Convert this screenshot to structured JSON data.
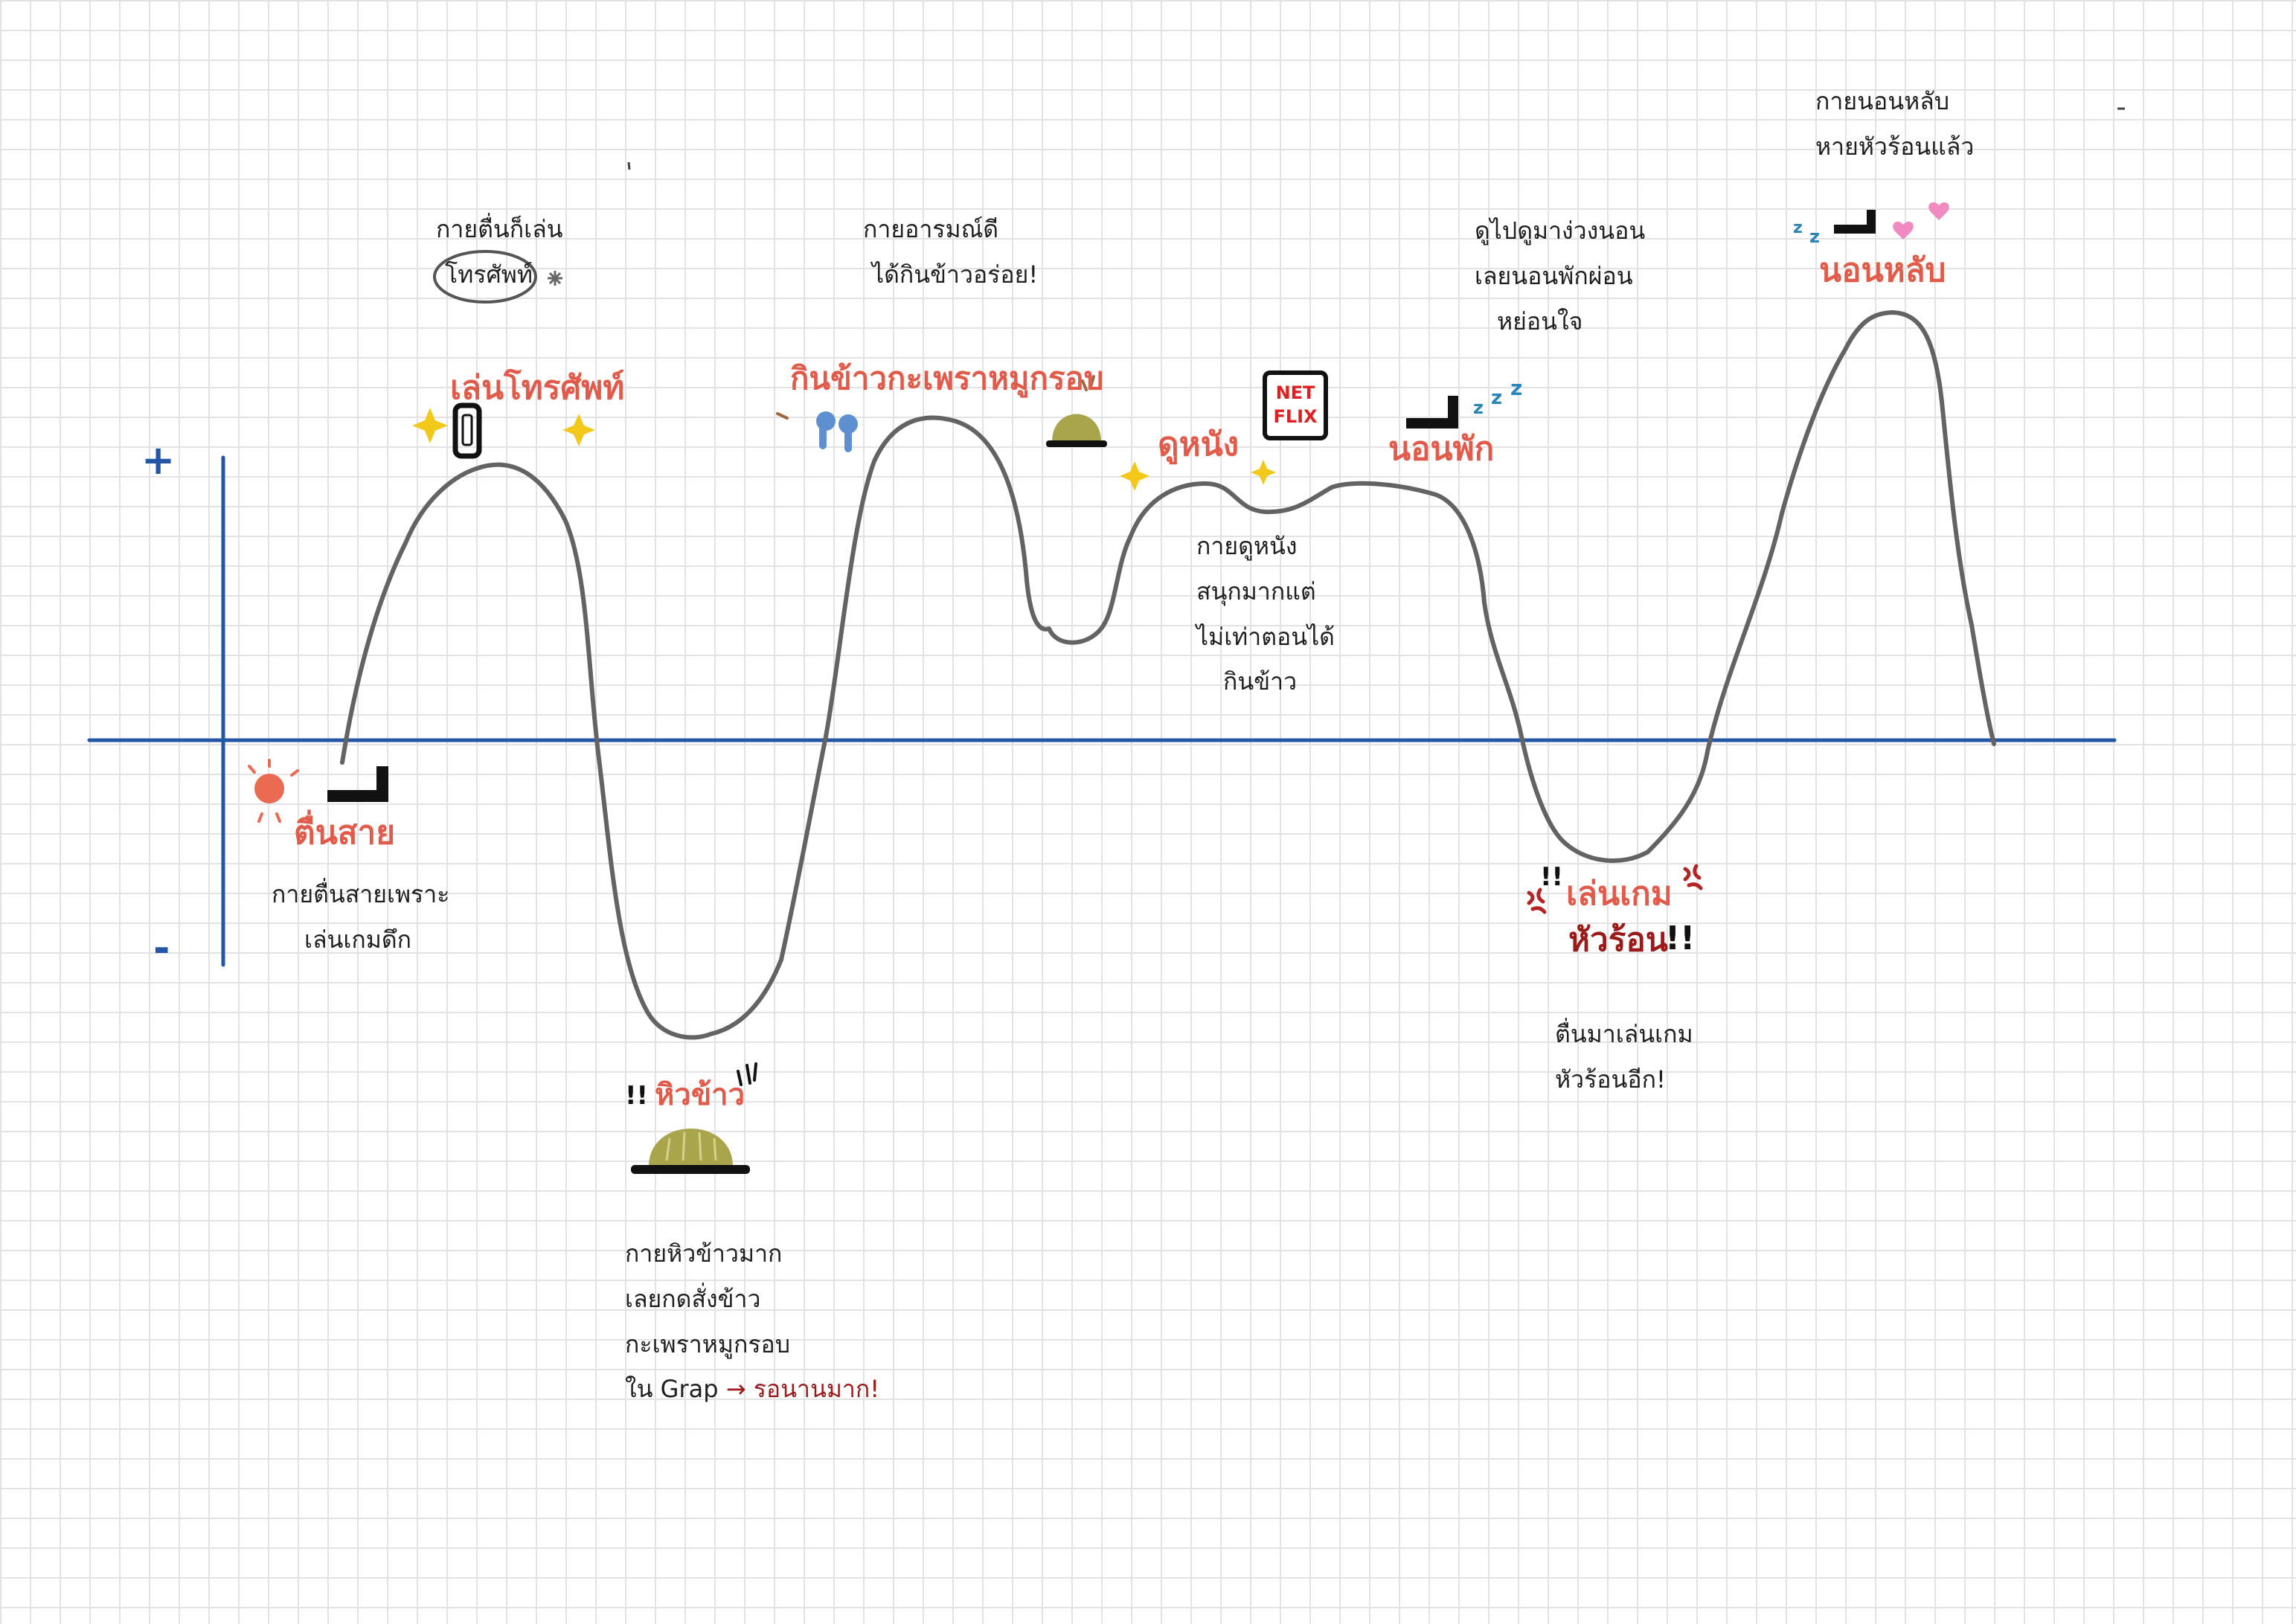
{
  "axis": {
    "plus": "+",
    "minus": "-"
  },
  "curve": {
    "line_color": "#636363",
    "axis_color": "#2456a6",
    "label_color": "#e25b4a",
    "alert_color": "#9b1b1b"
  },
  "events": [
    {
      "id": "wake",
      "label": "ตื่นสาย",
      "note": [
        "กายตื่นสายเพราะ",
        "เล่นเกมดึก"
      ],
      "icon": "sun-icon",
      "level": "neutral"
    },
    {
      "id": "phone",
      "label": "เล่นโทรศัพท์",
      "note": [
        "กายตื่นก็เล่น",
        "โทรศัพท์"
      ],
      "icon": "phone-icon",
      "level": "high"
    },
    {
      "id": "hungry",
      "label": "หิวข้าว",
      "note": [
        "กายหิวข้าวมาก",
        "เลยกดสั่งข้าว",
        "กะเพราหมูกรอบ",
        "ใน Grap"
      ],
      "note_extra": "→ รอนานมาก!",
      "icon": "rice-bowl-icon",
      "level": "low",
      "prefix": "!!"
    },
    {
      "id": "eat",
      "label": "กินข้าวกะเพราหมูกรอบ",
      "note": [
        "กายอารมณ์ดี",
        "ได้กินข้าวอร่อย!"
      ],
      "icon": "earbuds-icon",
      "level": "high"
    },
    {
      "id": "movie",
      "label": "ดูหนัง",
      "note": [
        "กายดูหนัง",
        "สนุกมากแต่",
        "ไม่เท่าตอนได้",
        "กินข้าว"
      ],
      "icon": "tv-icon",
      "badge": [
        "NET",
        "FLIX"
      ],
      "level": "mid"
    },
    {
      "id": "rest",
      "label": "นอนพัก",
      "note": [
        "ดูไปดูมาง่วงนอน",
        "เลยนอนพักผ่อน",
        "หย่อนใจ"
      ],
      "icon": "bed-icon",
      "level": "mid"
    },
    {
      "id": "game",
      "label": "เล่นเกม",
      "label2": "หัวร้อน",
      "note": [
        "ตื่นมาเล่นเกม",
        "หัวร้อนอีก!"
      ],
      "icon": "anger-icon",
      "level": "low",
      "prefix": "!!",
      "suffix": "!!"
    },
    {
      "id": "sleep",
      "label": "นอนหลับ",
      "note": [
        "กายนอนหลับ",
        "หายหัวร้อนแล้ว"
      ],
      "icon": "bed-icon",
      "level": "very-high"
    }
  ]
}
